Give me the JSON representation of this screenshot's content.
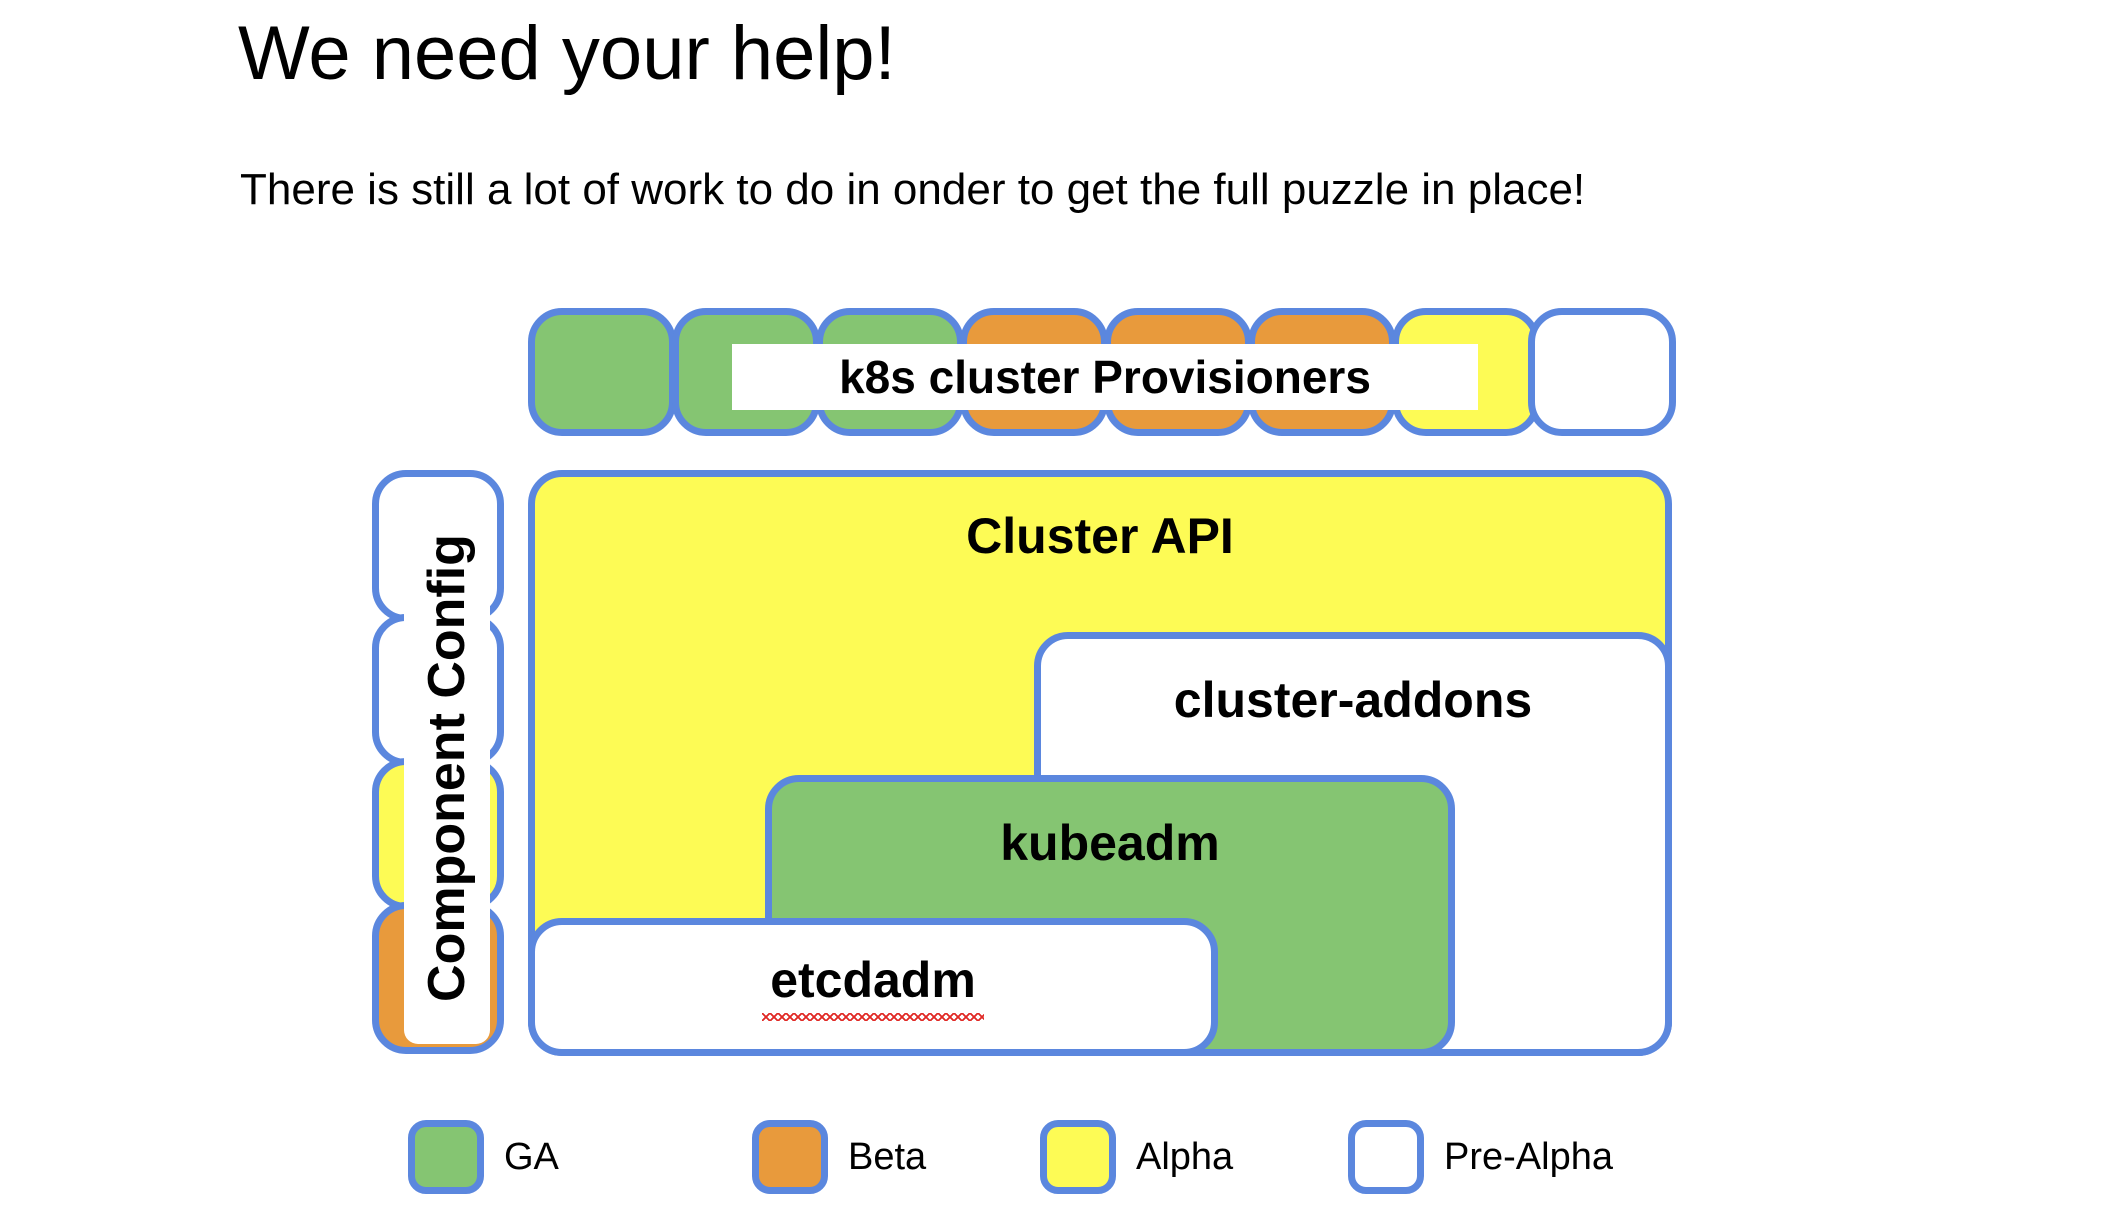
{
  "slide": {
    "title": "We need your help!",
    "subtitle": "There is still a lot of work to do in onder to get the full puzzle in place!"
  },
  "colors": {
    "border_blue": "#5B87DE",
    "ga_green": "#85C572",
    "beta_orange": "#E89A3C",
    "alpha_yellow": "#FDFB55",
    "prealpha_white": "#FFFFFF"
  },
  "provisioners": {
    "banner_label": "k8s cluster Provisioners",
    "pieces": [
      {
        "status": "ga"
      },
      {
        "status": "ga"
      },
      {
        "status": "ga"
      },
      {
        "status": "beta"
      },
      {
        "status": "beta"
      },
      {
        "status": "beta"
      },
      {
        "status": "alpha"
      },
      {
        "status": "prealpha"
      }
    ]
  },
  "component_config": {
    "label": "Component Config",
    "pieces": [
      {
        "status": "prealpha"
      },
      {
        "status": "prealpha"
      },
      {
        "status": "alpha"
      },
      {
        "status": "beta"
      }
    ]
  },
  "boxes": {
    "cluster_api": {
      "label": "Cluster API",
      "status": "alpha"
    },
    "cluster_addons": {
      "label": "cluster-addons",
      "status": "prealpha"
    },
    "kubeadm": {
      "label": "kubeadm",
      "status": "ga"
    },
    "etcdadm": {
      "label": "etcdadm",
      "status": "prealpha"
    }
  },
  "legend": {
    "items": [
      {
        "label": "GA",
        "status": "ga"
      },
      {
        "label": "Beta",
        "status": "beta"
      },
      {
        "label": "Alpha",
        "status": "alpha"
      },
      {
        "label": "Pre-Alpha",
        "status": "prealpha"
      }
    ]
  }
}
